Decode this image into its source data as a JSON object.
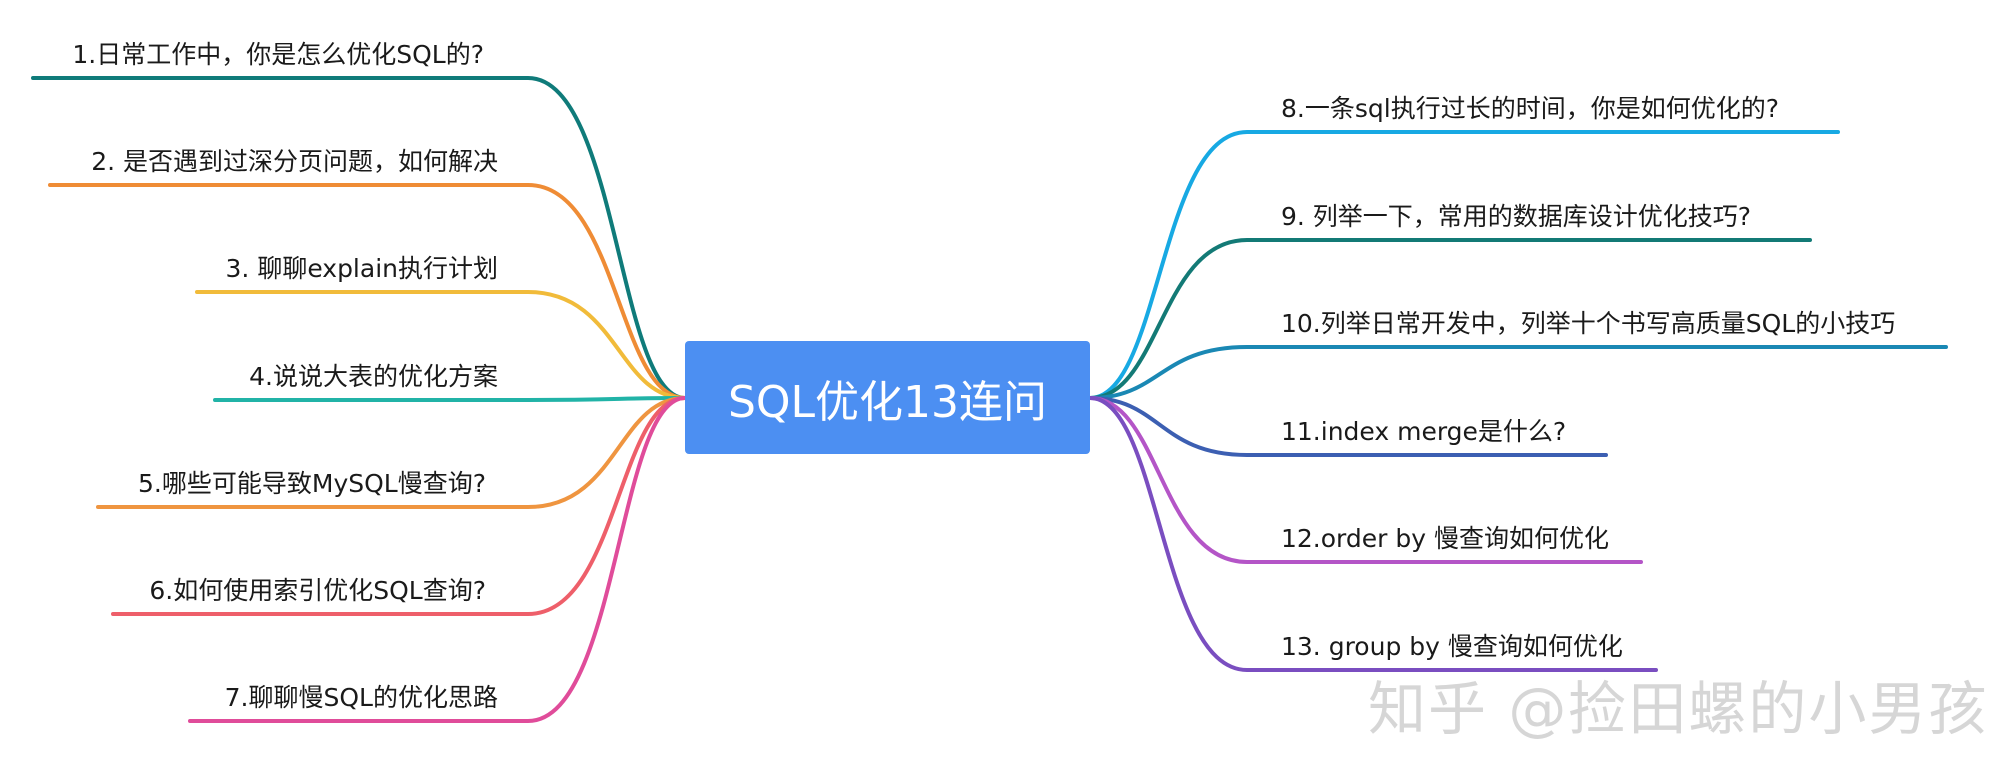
{
  "root": {
    "label": "SQL优化13连问",
    "color": "#4c8ff2"
  },
  "branches_left": [
    {
      "label": "1.日常工作中，你是怎么优化SQL的?",
      "color": "#0f7b7a"
    },
    {
      "label": "2. 是否遇到过深分页问题，如何解决",
      "color": "#ef8c35"
    },
    {
      "label": "3. 聊聊explain执行计划",
      "color": "#f1bb3a"
    },
    {
      "label": "4.说说大表的优化方案",
      "color": "#21b3a7"
    },
    {
      "label": "5.哪些可能导致MySQL慢查询?",
      "color": "#ef9540"
    },
    {
      "label": "6.如何使用索引优化SQL查询?",
      "color": "#ee5f6a"
    },
    {
      "label": "7.聊聊慢SQL的优化思路",
      "color": "#e04c9a"
    }
  ],
  "branches_right": [
    {
      "label": "8.一条sql执行过长的时间，你是如何优化的?",
      "color": "#17a9e3"
    },
    {
      "label": "9. 列举一下，常用的数据库设计优化技巧?",
      "color": "#137a76"
    },
    {
      "label": "10.列举日常开发中，列举十个书写高质量SQL的小技巧",
      "color": "#1a88b4"
    },
    {
      "label": "11.index merge是什么?",
      "color": "#3c5fb2"
    },
    {
      "label": "12.order by 慢查询如何优化",
      "color": "#b455c7"
    },
    {
      "label": "13. group by 慢查询如何优化",
      "color": "#7a4ec0"
    }
  ],
  "watermark": "知乎 @捡田螺的小男孩"
}
